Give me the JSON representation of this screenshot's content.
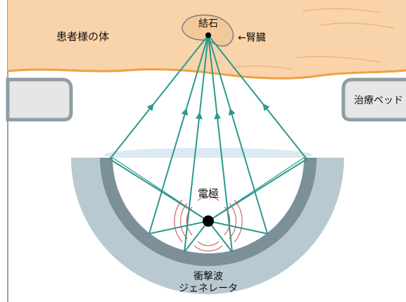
{
  "labels": {
    "patient_body": "患者様の体",
    "stone": "結石",
    "kidney": "←腎臓",
    "treatment_bed": "治療ベッド",
    "electrode": "電極",
    "generator_line1": "衝撃波",
    "generator_line2": "ジェネレータ"
  },
  "colors": {
    "skin": "#f9d3aa",
    "skin_edge": "#f0a043",
    "kidney_fill": "#f3c99b",
    "kidney_stroke": "#7d7d7d",
    "bed_fill": "#e6e6e6",
    "bed_stroke": "#8f9da3",
    "generator_outer": "#b9c9d1",
    "generator_inner": "#7b9099",
    "water": "#dce9f1",
    "wave": "#2a9a8e",
    "shock_rings": "#c0504d",
    "point": "#000000"
  }
}
